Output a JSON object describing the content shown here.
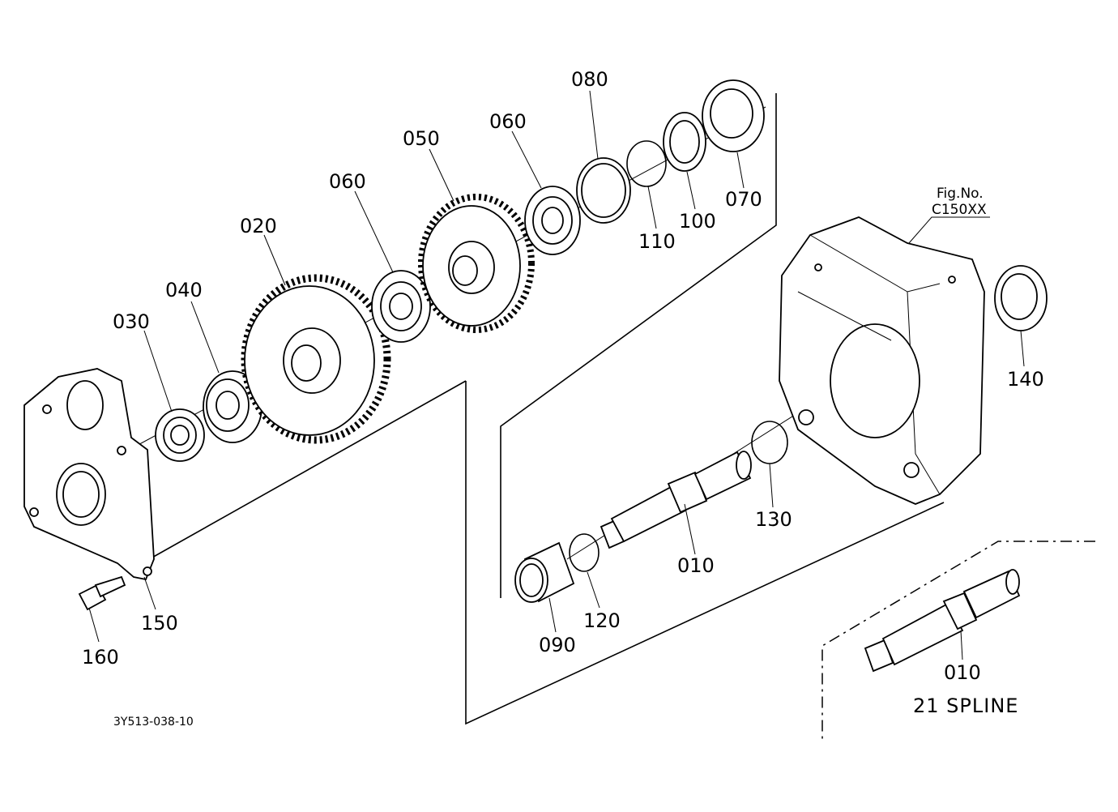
{
  "callouts": {
    "p010_main": "010",
    "p010_alt": "010",
    "p020": "020",
    "p030": "030",
    "p040": "040",
    "p050": "050",
    "p060_a": "060",
    "p060_b": "060",
    "p070": "070",
    "p080": "080",
    "p090": "090",
    "p100": "100",
    "p110": "110",
    "p120": "120",
    "p130": "130",
    "p140": "140",
    "p150": "150",
    "p160": "160"
  },
  "reference": {
    "line1": "Fig.No.",
    "line2": "C150XX"
  },
  "variant_label": "21 SPLINE",
  "drawing_number": "3Y513-038-10"
}
